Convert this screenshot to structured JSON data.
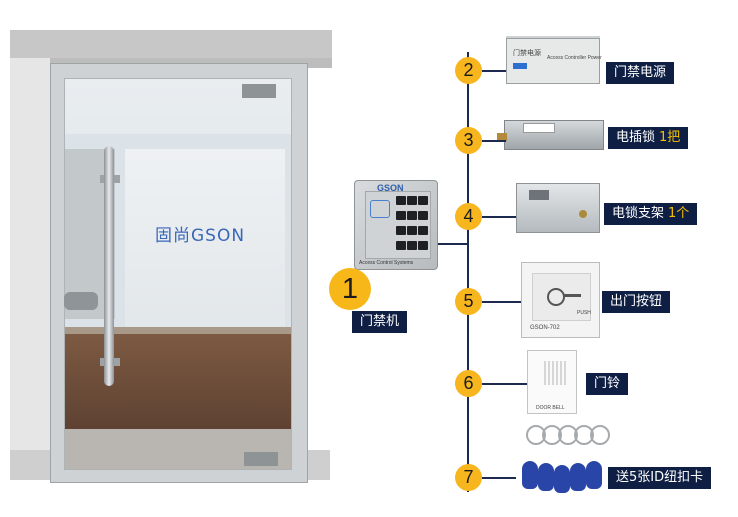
{
  "brand": {
    "logo_text": "固尚GSON"
  },
  "controller": {
    "number": "1",
    "label": "门禁机",
    "brand": "GSON",
    "subtitle": "Access Control Systems",
    "keys": [
      "1",
      "2",
      "3",
      "4",
      "5",
      "6",
      "7",
      "8",
      "9",
      "*",
      "0",
      "#"
    ]
  },
  "components": [
    {
      "number": "2",
      "label": "门禁电源",
      "qty": "",
      "device_text": [
        "门禁电源",
        "Access Controller Power"
      ],
      "icon": "power-supply-icon"
    },
    {
      "number": "3",
      "label": "电插锁",
      "qty": "1把",
      "device_text": [],
      "icon": "bolt-lock-icon"
    },
    {
      "number": "4",
      "label": "电锁支架",
      "qty": "1个",
      "device_text": [],
      "icon": "lock-bracket-icon"
    },
    {
      "number": "5",
      "label": "出门按钮",
      "qty": "",
      "device_text": [
        "GSON-702",
        "PUSH"
      ],
      "icon": "exit-button-icon"
    },
    {
      "number": "6",
      "label": "门铃",
      "qty": "",
      "device_text": [
        "DOOR BELL"
      ],
      "icon": "doorbell-icon"
    },
    {
      "number": "7",
      "label": "送5张ID纽扣卡",
      "qty": "",
      "device_text": [],
      "icon": "id-keyfob-icon"
    }
  ],
  "colors": {
    "accent": "#f7b51e",
    "label_bg": "#0f1f44",
    "qty": "#f5c000",
    "brand": "#3a67b8"
  }
}
